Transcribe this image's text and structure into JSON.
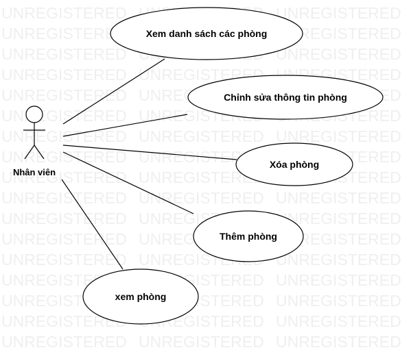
{
  "watermark": "UNREGISTERED",
  "actor": {
    "name": "Nhân viên"
  },
  "use_cases": [
    {
      "id": "uc1",
      "label": "Xem danh sách các phòng"
    },
    {
      "id": "uc2",
      "label": "Chỉnh sửa thông tin phòng"
    },
    {
      "id": "uc3",
      "label": "Xóa phòng"
    },
    {
      "id": "uc4",
      "label": "Thêm phòng"
    },
    {
      "id": "uc5",
      "label": "xem phòng"
    }
  ]
}
